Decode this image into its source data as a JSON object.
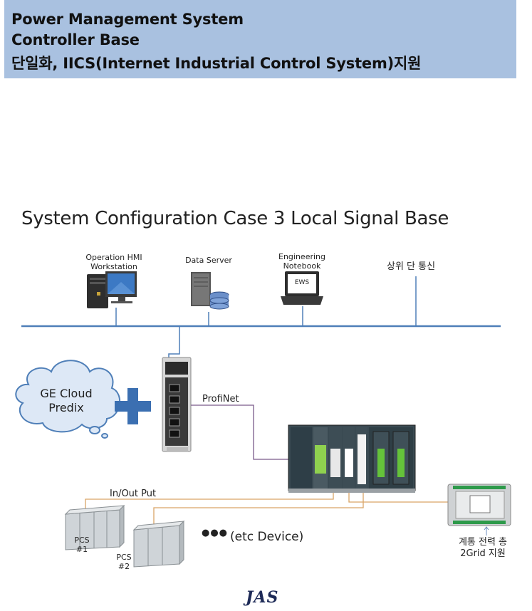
{
  "header": {
    "line1": "Power Management System",
    "line2": "Controller Base",
    "line3": "단일화, IICS(Internet Industrial Control System)지원"
  },
  "section_title": "System Configuration Case 3 Local Signal Base",
  "nodes": {
    "hmi": "Operation HMI\nWorkstation",
    "data_server": "Data Server",
    "eng_notebook": "Engineering\nNotebook",
    "ews": "EWS",
    "upper_comm": "상위 단 통신",
    "cloud": "GE Cloud\nPredix",
    "profinet": "ProfiNet",
    "inout": "In/Out Put",
    "pcs1": "PCS\n#1",
    "pcs2": "PCS\n#2",
    "etc_dots": "●●●",
    "etc_device": "(etc Device)",
    "grid": "계통 전력 총\n2Grid 지원"
  },
  "brand": "JAS",
  "colors": {
    "header_bg": "#a9c1e0",
    "bus_line": "#4f7fb8",
    "plus": "#3b6fb1",
    "cloud_fill": "#dde8f6",
    "cloud_stroke": "#4f7fb8",
    "io_line": "#d9a466",
    "profinet_line": "#7a5a8a"
  }
}
